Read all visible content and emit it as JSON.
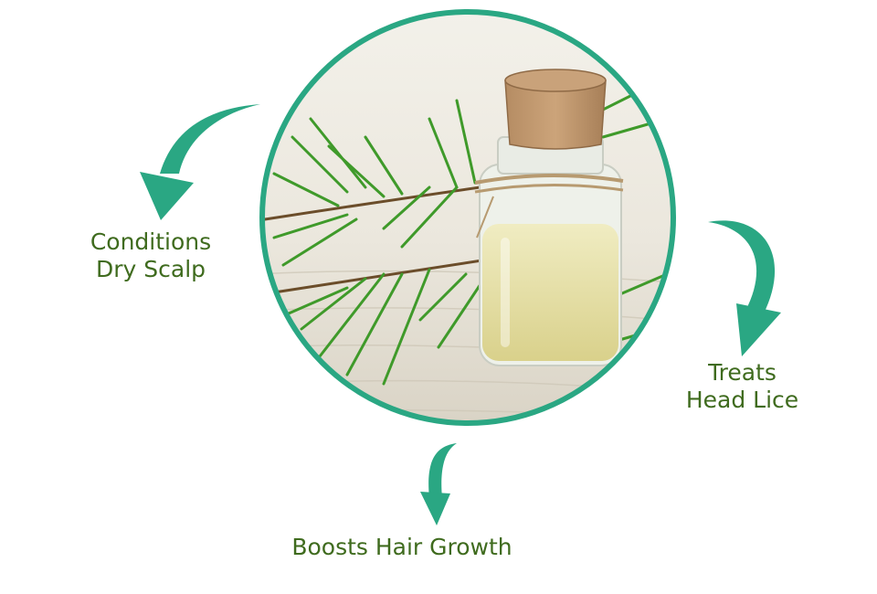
{
  "colors": {
    "accent": "#2aa783",
    "label_text": "#3f6b1e",
    "ring": "#2aa783"
  },
  "center_image": {
    "icon": "tea-tree-oil-bottle-photo"
  },
  "benefits": [
    {
      "lines": [
        "Conditions",
        "Dry Scalp"
      ],
      "icon": "curved-arrow-icon"
    },
    {
      "lines": [
        "Treats",
        "Head Lice"
      ],
      "icon": "curved-arrow-icon"
    },
    {
      "lines": [
        "Boosts Hair Growth"
      ],
      "icon": "curved-arrow-icon"
    }
  ]
}
